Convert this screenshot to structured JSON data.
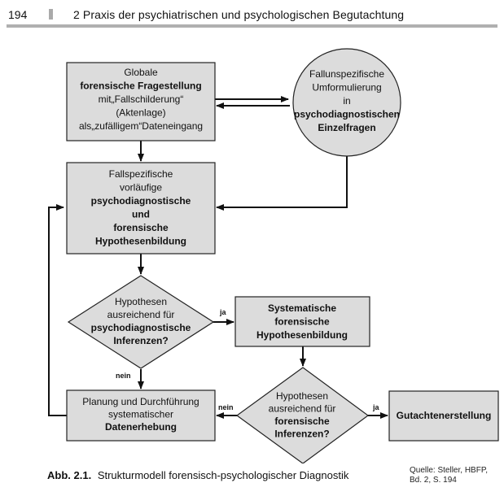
{
  "header": {
    "page_number": "194",
    "running_title": "2  Praxis der psychiatrischen und psychologischen Begutachtung"
  },
  "diagram": {
    "colors": {
      "fill": "#dcdcdc",
      "stroke": "#222222",
      "arrow": "#111111"
    },
    "nodes": {
      "global_question": {
        "lines": [
          {
            "text": "Globale",
            "bold": false
          },
          {
            "text": "forensische Fragestellung",
            "bold": true
          },
          {
            "text": "mit„Fallschilderung“",
            "bold": false
          },
          {
            "text": "(Aktenlage)",
            "bold": false
          },
          {
            "text": "als„zufälligem“Dateneingang",
            "bold": false
          }
        ]
      },
      "reformulation": {
        "lines": [
          {
            "text": "Fallunspezifische",
            "bold": false
          },
          {
            "text": "Umformulierung",
            "bold": false
          },
          {
            "text": "in",
            "bold": false
          },
          {
            "text": "psychodiagnostischen",
            "bold": true
          },
          {
            "text": "Einzelfragen",
            "bold": true
          }
        ]
      },
      "hypothesis_formation": {
        "lines": [
          {
            "text": "Fallspezifische",
            "bold": false
          },
          {
            "text": "vorläufige",
            "bold": false
          },
          {
            "text": "psychodiagnostische",
            "bold": true
          },
          {
            "text": "und",
            "bold": true
          },
          {
            "text": "forensische",
            "bold": true
          },
          {
            "text": "Hypothesenbildung",
            "bold": true
          }
        ]
      },
      "decision_psychodiagnostic": {
        "lines": [
          {
            "text": "Hypothesen",
            "bold": false
          },
          {
            "text": "ausreichend für",
            "bold": false
          },
          {
            "text": "psychodiagnostische",
            "bold": true
          },
          {
            "text": "Inferenzen?",
            "bold": true
          }
        ]
      },
      "systematic_hypothesis": {
        "lines": [
          {
            "text": "Systematische",
            "bold": true
          },
          {
            "text": "forensische",
            "bold": true
          },
          {
            "text": "Hypothesenbildung",
            "bold": true
          }
        ]
      },
      "planning_data": {
        "lines": [
          {
            "text": "Planung und Durchführung",
            "bold": false
          },
          {
            "text": "systematischer",
            "bold": false
          },
          {
            "text": "Datenerhebung",
            "bold": true
          }
        ]
      },
      "decision_forensic": {
        "lines": [
          {
            "text": "Hypothesen",
            "bold": false
          },
          {
            "text": "ausreichend für",
            "bold": false
          },
          {
            "text": "forensische",
            "bold": true
          },
          {
            "text": "Inferenzen?",
            "bold": true
          }
        ]
      },
      "report": {
        "lines": [
          {
            "text": "Gutachtenerstellung",
            "bold": true
          }
        ]
      }
    },
    "edge_labels": {
      "ja_1": "ja",
      "nein_1": "nein",
      "nein_2": "nein",
      "ja_2": "ja"
    }
  },
  "caption": {
    "label": "Abb. 2.1.",
    "text": "Strukturmodell forensisch-psychologischer Diagnostik"
  },
  "source": {
    "line1": "Quelle: Steller, HBFP,",
    "line2": "Bd. 2, S. 194"
  }
}
